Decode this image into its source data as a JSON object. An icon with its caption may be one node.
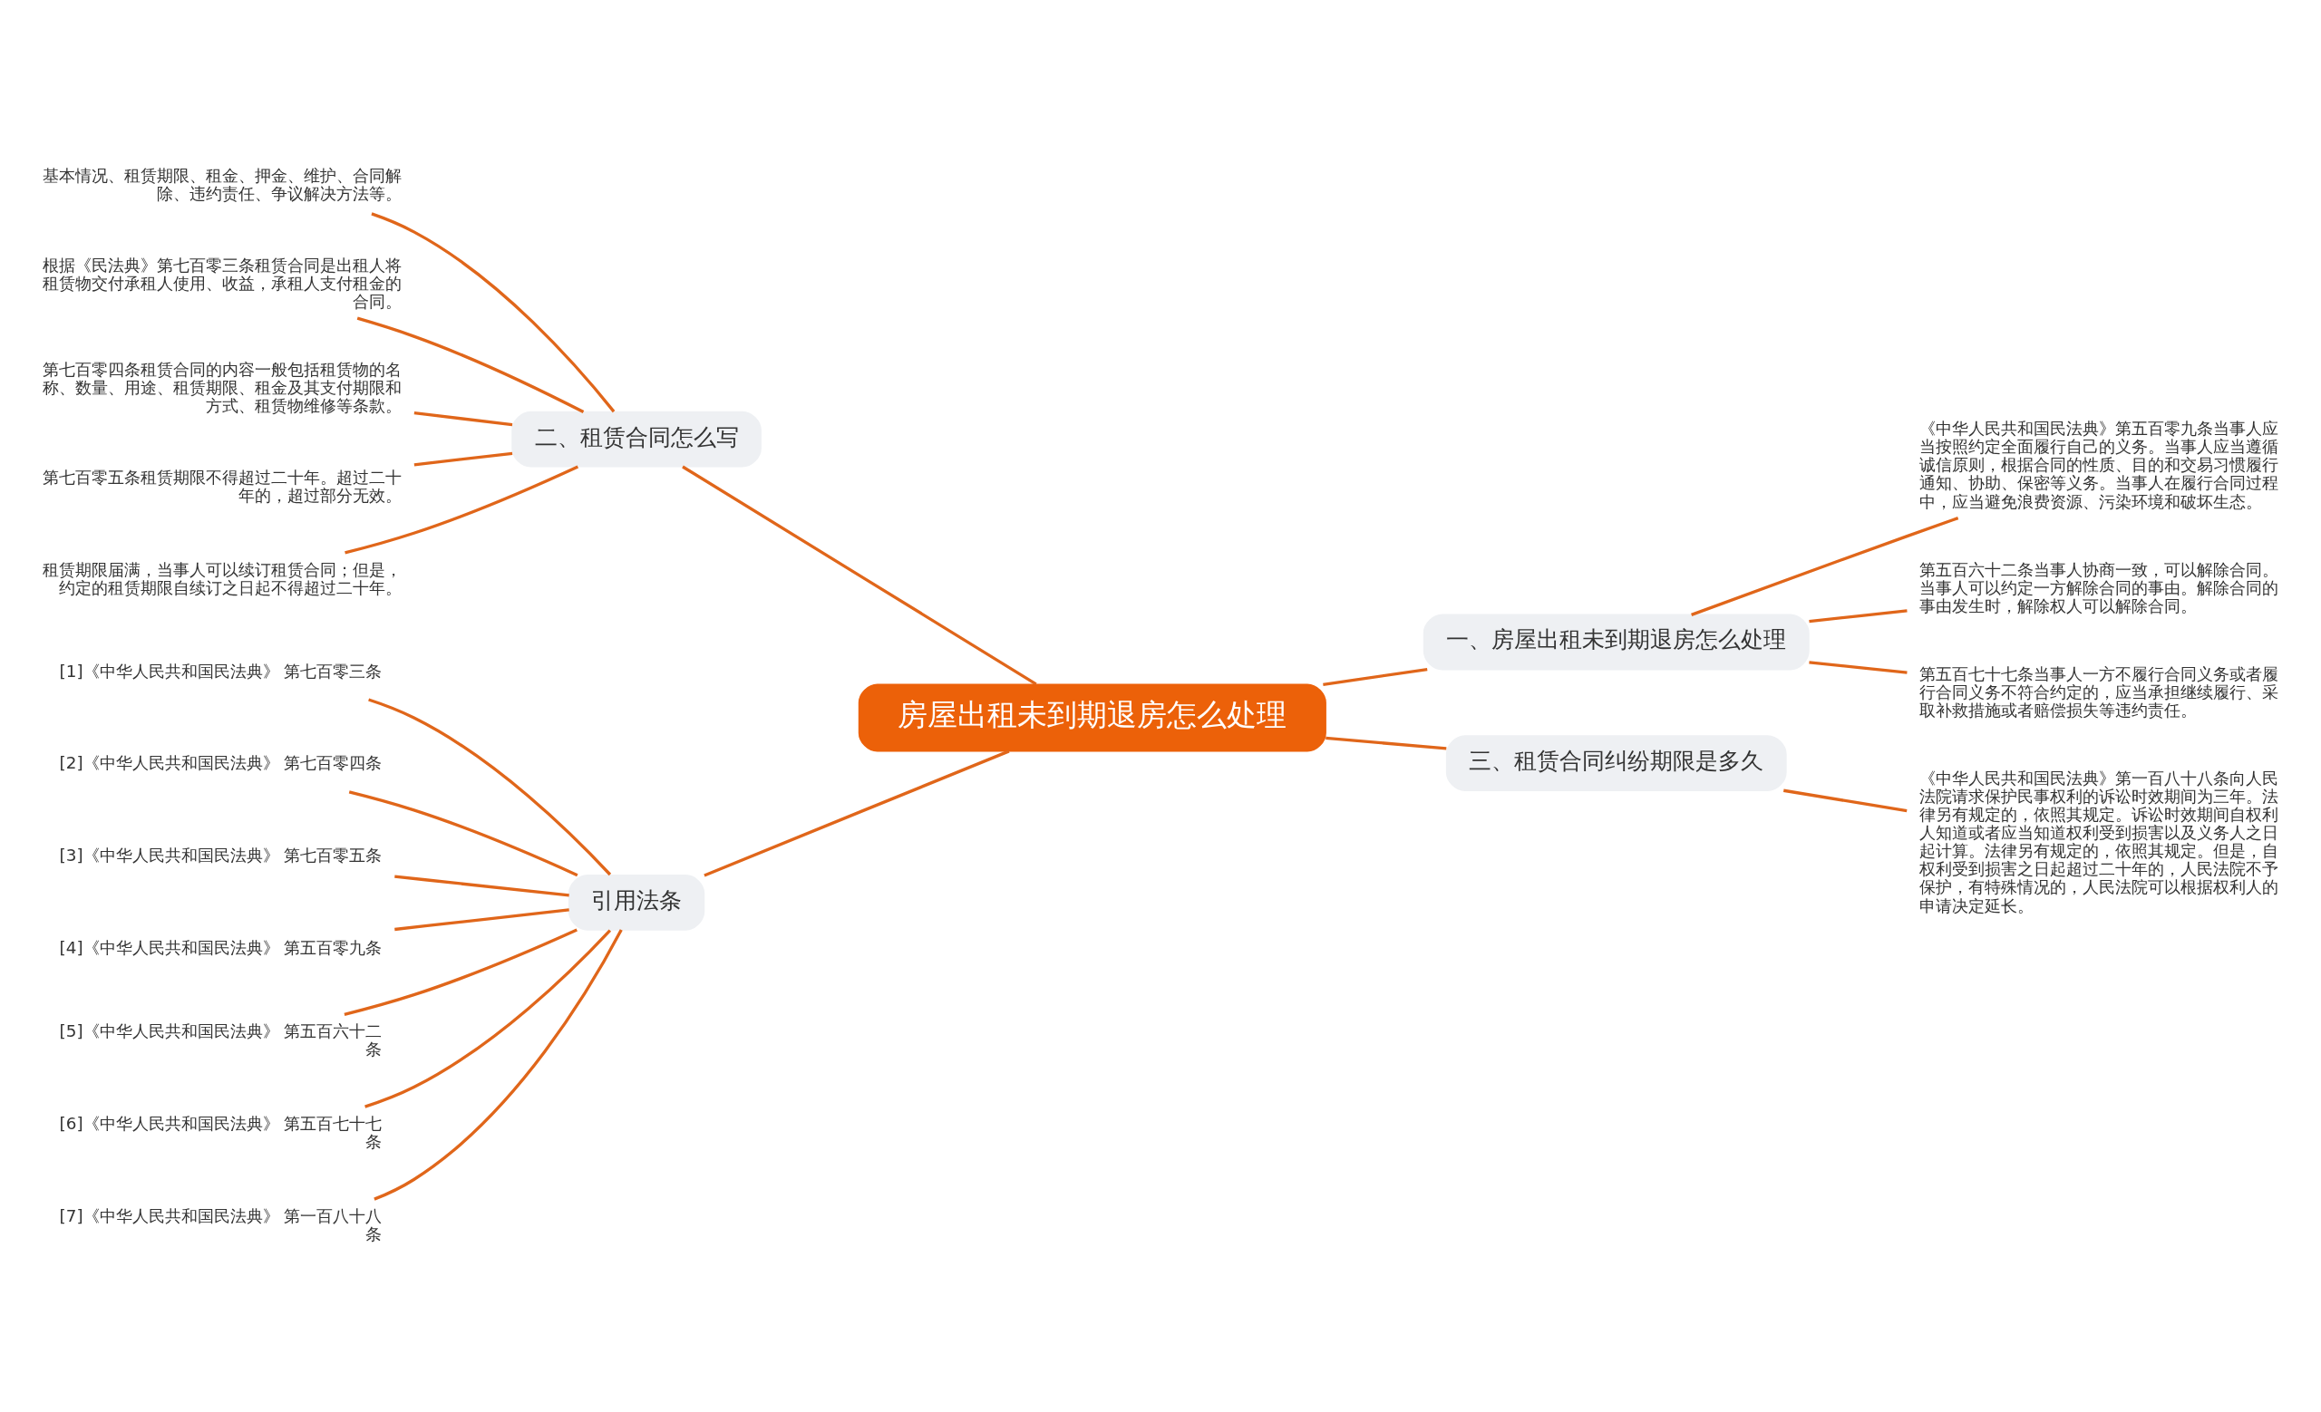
{
  "diagram": {
    "nodes": [
      {
        "text": [
          "房屋出租未到期退房怎么处理"
        ]
      },
      {
        "text": [
          "一、房屋出租未到期退房怎么处理"
        ]
      },
      {
        "text": [
          "《中华人民共和国民法典》第五百零九条当事人应当按照约定全面履行自己的义务。当事人应当遵循诚信原则，根据合同的性质、目的和交易习惯履行通知、协助、保密等义务。当事人在履行合同过程中，应当避免浪费资源、污染环境和破坏生态。"
        ]
      },
      {
        "text": [
          "第五百六十二条当事人协商一致，可以解除合同。当事人可以约定一方解除合同的事由。解除合同的事由发生时，解除权人可以解除合同。"
        ]
      },
      {
        "text": [
          "第五百七十七条当事人一方不履行合同义务或者履行合同义务不符合约定的，应当承担继续履行、采取补救措施或者赔偿损失等违约责任。"
        ]
      },
      {
        "text": [
          "二、租赁合同怎么写"
        ]
      },
      {
        "text": [
          "基本情况、租赁期限、租金、押金、维护、合同解除、违约责任、争议解决方法等。"
        ]
      },
      {
        "text": [
          "根据《民法典》第七百零三条租赁合同是出租人将租赁物交付承租人使用、收益，承租人支付租金的合同。"
        ]
      },
      {
        "text": [
          "第七百零四条租赁合同的内容一般包括租赁物的名称、数量、用途、租赁期限、租金及其支付期限和方式、租赁物维修等条款。"
        ]
      },
      {
        "text": [
          "第七百零五条租赁期限不得超过二十年。超过二十年的，超过部分无效。"
        ]
      },
      {
        "text": [
          "租赁期限届满，当事人可以续订租赁合同；但是，约定的租赁期限自续订之日起不得超过二十年。"
        ]
      },
      {
        "text": [
          "三、租赁合同纠纷期限是多久"
        ]
      },
      {
        "text": [
          "《中华人民共和国民法典》第一百八十八条向人民法院请求保护民事权利的诉讼时效期间为三年。法律另有规定的，依照其规定。诉讼时效期间自权利人知道或者应当知道权利受到损害以及义务人之日起计算。法律另有规定的，依照其规定。但是，自权利受到损害之日起超过二十年的，人民法院不予保护，有特殊情况的，人民法院可以根据权利人的申请决定延长。"
        ]
      },
      {
        "text": [
          "引用法条"
        ]
      },
      {
        "text": [
          "[1]《中华人民共和国民法典》 第七百零三条"
        ]
      },
      {
        "text": [
          "[2]《中华人民共和国民法典》 第七百零四条"
        ]
      },
      {
        "text": [
          "[3]《中华人民共和国民法典》 第七百零五条"
        ]
      },
      {
        "text": [
          "[4]《中华人民共和国民法典》 第五百零九条"
        ]
      },
      {
        "text": [
          "[5]《中华人民共和国民法典》 第五百六十二条"
        ]
      },
      {
        "text": [
          "[6]《中华人民共和国民法典》 第五百七十七条"
        ]
      },
      {
        "text": [
          "[7]《中华人民共和国民法典》 第一百八十八条"
        ]
      }
    ],
    "edges": [
      {
        "from": 0,
        "to": 1,
        "arrow": "none"
      },
      {
        "from": 1,
        "to": 2,
        "arrow": "none"
      },
      {
        "from": 1,
        "to": 3,
        "arrow": "none"
      },
      {
        "from": 1,
        "to": 4,
        "arrow": "none"
      },
      {
        "from": 0,
        "to": 5,
        "arrow": "none"
      },
      {
        "from": 5,
        "to": 6,
        "arrow": "none"
      },
      {
        "from": 5,
        "to": 7,
        "arrow": "none"
      },
      {
        "from": 5,
        "to": 8,
        "arrow": "none"
      },
      {
        "from": 5,
        "to": 9,
        "arrow": "none"
      },
      {
        "from": 5,
        "to": 10,
        "arrow": "none"
      },
      {
        "from": 0,
        "to": 11,
        "arrow": "none"
      },
      {
        "from": 11,
        "to": 12,
        "arrow": "none"
      },
      {
        "from": 0,
        "to": 13,
        "arrow": "none"
      },
      {
        "from": 13,
        "to": 14,
        "arrow": "none"
      },
      {
        "from": 13,
        "to": 15,
        "arrow": "none"
      },
      {
        "from": 13,
        "to": 16,
        "arrow": "none"
      },
      {
        "from": 13,
        "to": 17,
        "arrow": "none"
      },
      {
        "from": 13,
        "to": 18,
        "arrow": "none"
      },
      {
        "from": 13,
        "to": 19,
        "arrow": "none"
      },
      {
        "from": 13,
        "to": 20,
        "arrow": "none"
      }
    ]
  }
}
